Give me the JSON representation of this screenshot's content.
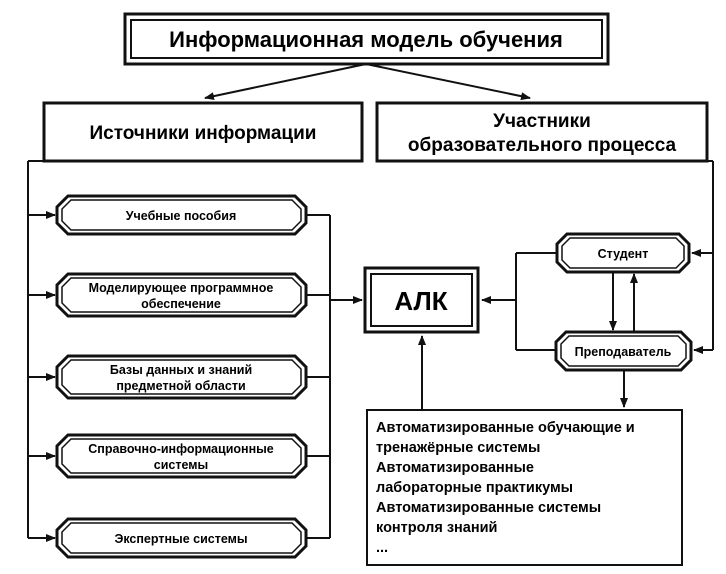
{
  "title": "Информационная модель обучения",
  "sources_header": "Источники информации",
  "participants_header": {
    "line1": "Участники",
    "line2": "образовательного процесса"
  },
  "sources": [
    {
      "line1": "Учебные пособия",
      "line2": ""
    },
    {
      "line1": "Моделирующее программное",
      "line2": "обеспечение"
    },
    {
      "line1": "Базы данных и знаний",
      "line2": "предметной области"
    },
    {
      "line1": "Справочно-информационные",
      "line2": "системы"
    },
    {
      "line1": "Экспертные системы",
      "line2": ""
    }
  ],
  "center": "АЛК",
  "student": "Студент",
  "teacher": "Преподаватель",
  "systems_list": [
    "Автоматизированные обучающие и",
    "тренажёрные системы",
    "Автоматизированные",
    "лабораторные практикумы",
    "Автоматизированные системы",
    "контроля знаний",
    "..."
  ],
  "colors": {
    "ink": "#111111",
    "background": "#ffffff"
  }
}
